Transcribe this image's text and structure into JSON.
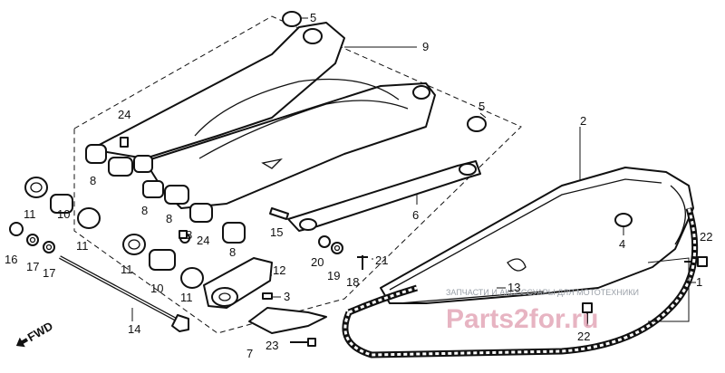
{
  "diagram": {
    "callouts": {
      "c1": "1",
      "c2": "2",
      "c3": "3",
      "c4": "4",
      "c5a": "5",
      "c5b": "5",
      "c6": "6",
      "c7": "7",
      "c8a": "8",
      "c8b": "8",
      "c8c": "8",
      "c8d": "8",
      "c8e": "8",
      "c9": "9",
      "c10a": "10",
      "c10b": "10",
      "c11a": "11",
      "c11b": "11",
      "c11c": "11",
      "c11d": "11",
      "c12": "12",
      "c13": "13",
      "c14": "14",
      "c15": "15",
      "c16": "16",
      "c17a": "17",
      "c17b": "17",
      "c18": "18",
      "c19": "19",
      "c20": "20",
      "c21": "21",
      "c22a": "22",
      "c22b": "22",
      "c23": "23",
      "c24a": "24",
      "c24b": "24"
    },
    "fwd_label": "FWD",
    "watermark": {
      "text": "Parts2for.ru",
      "subtitle": "ЗАПЧАСТИ И АКСЕССУАРЫ ДЛЯ МОТОТЕХНИКИ"
    }
  }
}
